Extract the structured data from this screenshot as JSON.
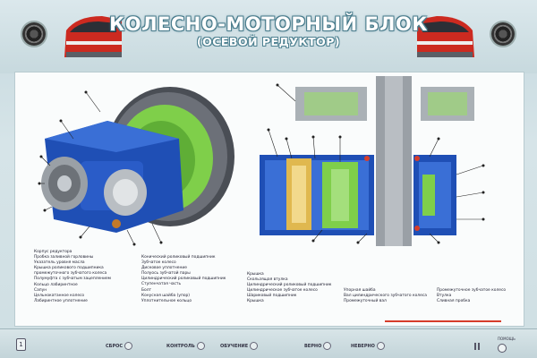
{
  "header": {
    "title": "КОЛЕСНО-МОТОРНЫЙ БЛОК",
    "subtitle": "(ОСЕВОЙ РЕДУКТОР)"
  },
  "legend": {
    "col1": [
      "Корпус редуктора",
      "Пробка заливной горловины",
      "Указатель уровня масла",
      "Крышка роликового подшипника",
      "промежуточного зубчатого колеса",
      "Полумуфта с зубчатым зацеплением",
      "Кольцо лабиринтное",
      "Сапун",
      "Цельнокатанное колесо",
      "Лабиринтное уплотнение"
    ],
    "col2": [
      "Конический роликовый подшипник",
      "Зубчатое колесо",
      "Дисковое уплотнение",
      "Полуось зубчатой пары",
      "Цилиндрический роликовый подшипник",
      "Ступенчатая часть",
      "Болт",
      "Конусная шайба (упор)",
      "Уплотнительное кольцо"
    ],
    "col3": [
      "Крышка",
      "Скользящая втулка",
      "Цилиндрический роликовый подшипник",
      "Цилиндрическое зубчатое колесо",
      "Шариковый подшипник",
      "Крышка"
    ],
    "col4": [
      "Упорная шайба",
      "Вал цилиндрического зубчатого колеса",
      "Промежуточный вал"
    ],
    "col5": [
      "Промежуточное зубчатое колесо",
      "Втулка",
      "Сливная пробка"
    ]
  },
  "footer": {
    "buttons": [
      "СБРОС",
      "КОНТРОЛЬ",
      "ОБУЧЕНИЕ",
      "ВЕРНО",
      "НЕВЕРНО"
    ],
    "left_icon_label": "1",
    "right_label": "ПОМОЩЬ"
  },
  "colors": {
    "housing_blue": "#1f4fb5",
    "gear_green": "#7fcf4a",
    "accent_red": "#d63d2b"
  }
}
